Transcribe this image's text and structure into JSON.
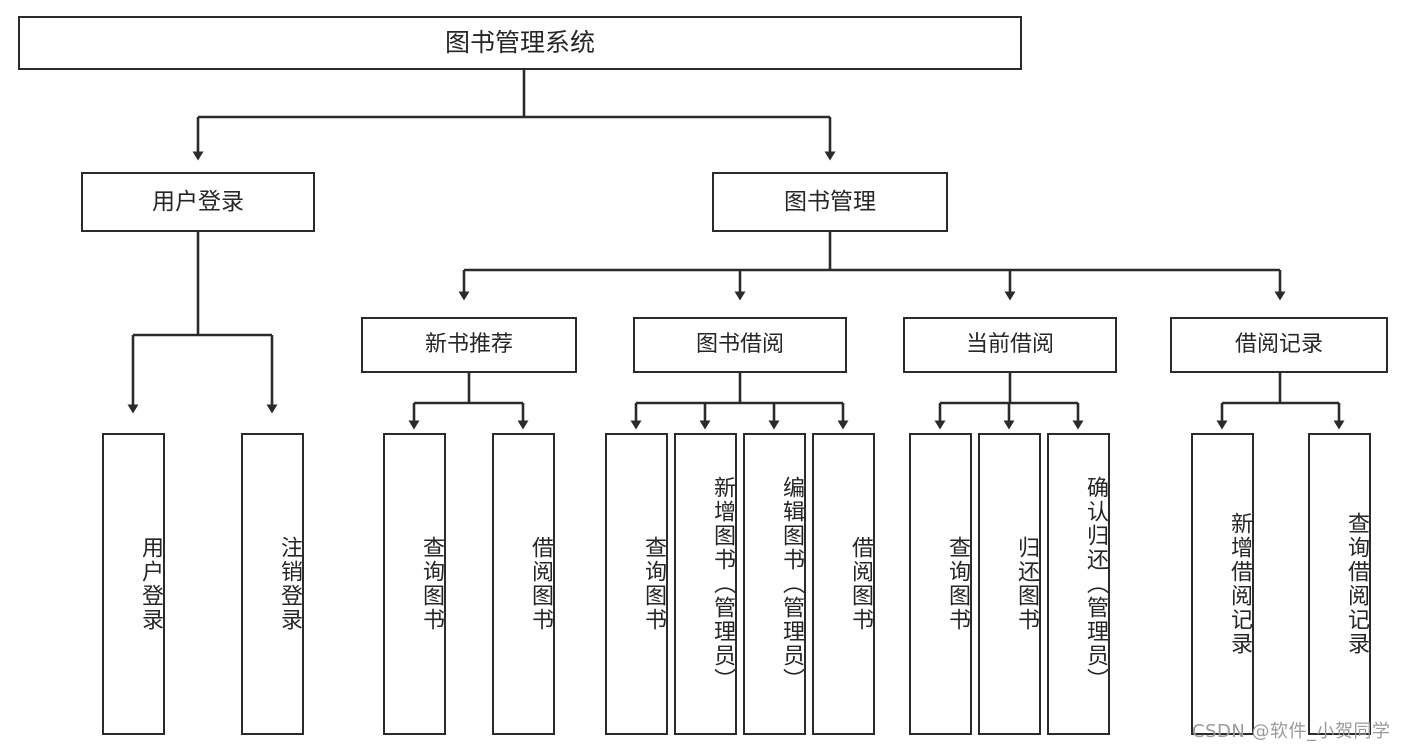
{
  "diagram": {
    "title": "图书管理系统",
    "type": "tree-hierarchy-chart",
    "colors": {
      "border": "#2b2b2b",
      "text": "#262626",
      "background": "#ffffff",
      "watermark": "#9a9a9a"
    },
    "root": {
      "label": "图书管理系统"
    },
    "level2": [
      {
        "label": "用户登录"
      },
      {
        "label": "图书管理"
      }
    ],
    "level3": [
      {
        "label": "新书推荐"
      },
      {
        "label": "图书借阅"
      },
      {
        "label": "当前借阅"
      },
      {
        "label": "借阅记录"
      }
    ],
    "leaves": [
      {
        "label": "用户登录"
      },
      {
        "label": "注销登录"
      },
      {
        "label": "查询图书"
      },
      {
        "label": "借阅图书"
      },
      {
        "label": "查询图书"
      },
      {
        "label": "新增图书（管理员）"
      },
      {
        "label": "编辑图书（管理员）"
      },
      {
        "label": "借阅图书"
      },
      {
        "label": "查询图书"
      },
      {
        "label": "归还图书"
      },
      {
        "label": "确认归还（管理员）"
      },
      {
        "label": "新增借阅记录"
      },
      {
        "label": "查询借阅记录"
      }
    ]
  },
  "watermark": {
    "text": "CSDN @软件_小贺同学"
  }
}
